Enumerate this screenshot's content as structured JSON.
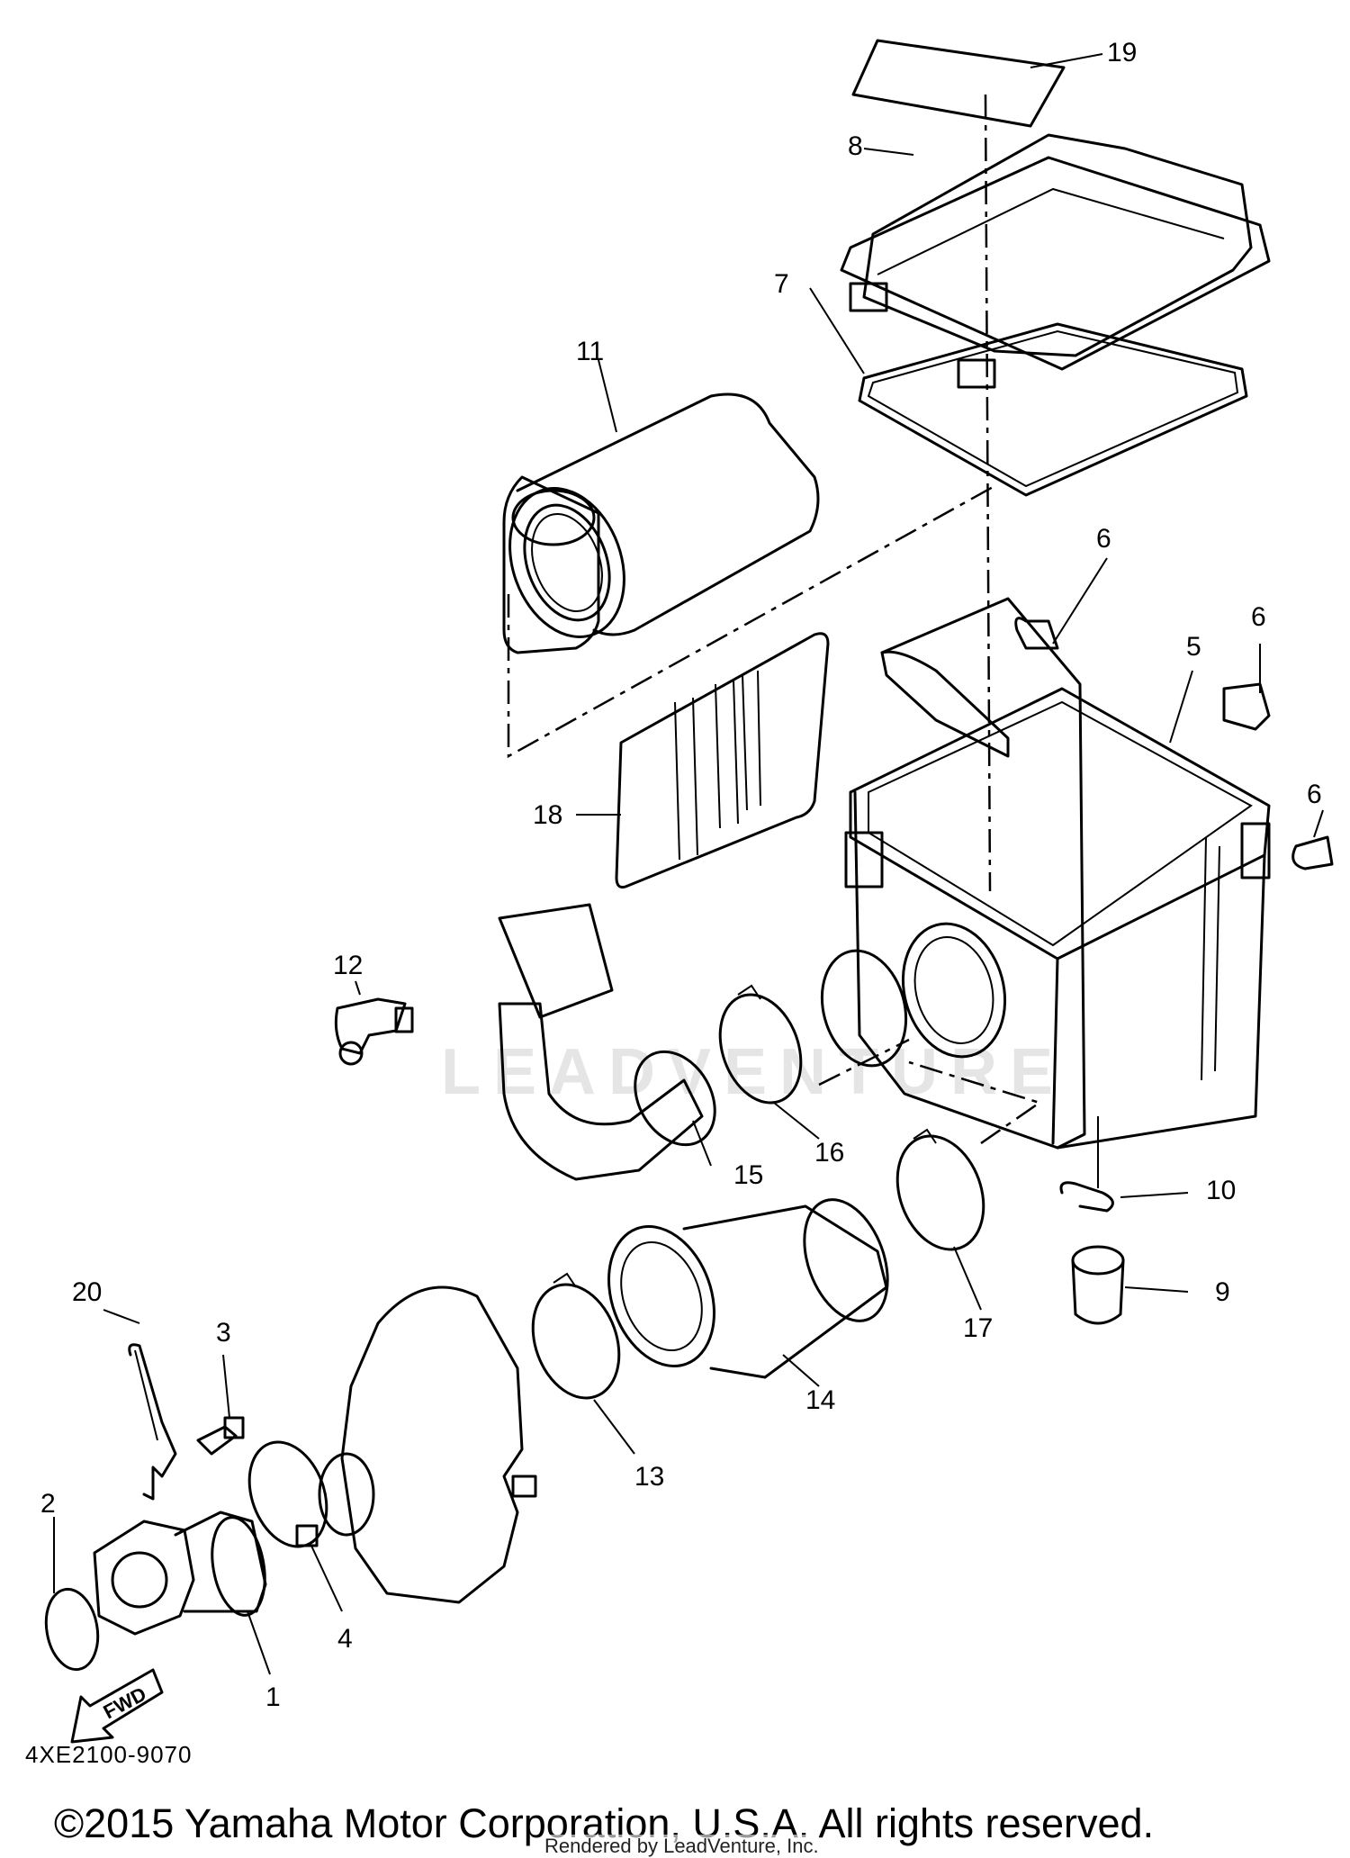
{
  "callouts": {
    "c1": "1",
    "c2": "2",
    "c3": "3",
    "c4": "4",
    "c5": "5",
    "c6a": "6",
    "c6b": "6",
    "c6c": "6",
    "c7": "7",
    "c8": "8",
    "c9": "9",
    "c10": "10",
    "c11": "11",
    "c12": "12",
    "c13": "13",
    "c14": "14",
    "c15": "15",
    "c16": "16",
    "c17": "17",
    "c18": "18",
    "c19": "19",
    "c20": "20"
  },
  "fwd_label": "FWD",
  "drawing_code": "4XE2100-9070",
  "copyright": "©2015 Yamaha Motor Corporation, U.S.A. All rights reserved.",
  "rendered_by": "Rendered by LeadVenture, Inc.",
  "watermark": "LEADVENTURE"
}
